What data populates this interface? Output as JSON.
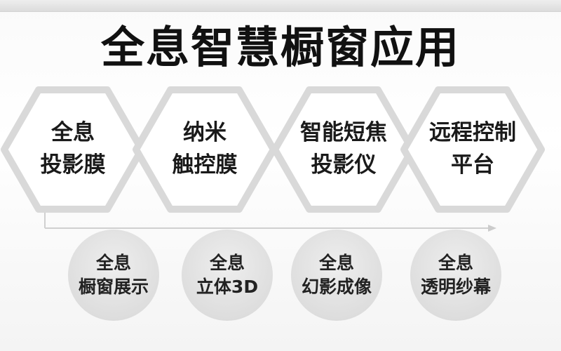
{
  "title": "全息智慧橱窗应用",
  "hexagons": [
    {
      "line1": "全息",
      "line2": "投影膜"
    },
    {
      "line1": "纳米",
      "line2": "触控膜"
    },
    {
      "line1": "智能短焦",
      "line2": "投影仪"
    },
    {
      "line1": "远程控制",
      "line2": "平台"
    }
  ],
  "circles": [
    {
      "line1": "全息",
      "line2": "橱窗展示"
    },
    {
      "line1": "全息",
      "line2": "立体3D"
    },
    {
      "line1": "全息",
      "line2": "幻影成像"
    },
    {
      "line1": "全息",
      "line2": "透明纱幕"
    }
  ],
  "colors": {
    "hex_stroke": "#d9d9d9",
    "line": "#d0d0d0",
    "node": "#bdbdbd",
    "circle_fill": "#e3e3e3",
    "text": "#1a1a1a"
  }
}
